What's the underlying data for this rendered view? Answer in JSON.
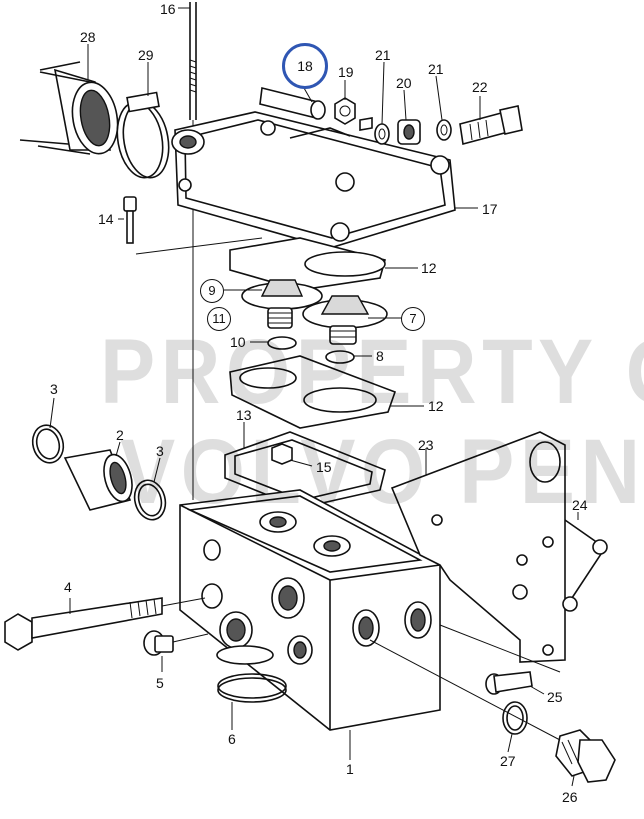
{
  "watermark": {
    "line1": "PROPERTY OF",
    "line2": "VOLVO PENTA"
  },
  "highlight_color": "#2f56b3",
  "callouts": {
    "c1": "1",
    "c2": "2",
    "c3a": "3",
    "c3b": "3",
    "c4": "4",
    "c5": "5",
    "c6": "6",
    "c7": "7",
    "c8": "8",
    "c9": "9",
    "c10": "10",
    "c11": "11",
    "c12a": "12",
    "c12b": "12",
    "c13": "13",
    "c14": "14",
    "c15": "15",
    "c16": "16",
    "c17": "17",
    "c18": "18",
    "c19": "19",
    "c20": "20",
    "c21a": "21",
    "c21b": "21",
    "c22": "22",
    "c23": "23",
    "c24": "24",
    "c25": "25",
    "c26": "26",
    "c27": "27",
    "c28": "28",
    "c29": "29"
  }
}
